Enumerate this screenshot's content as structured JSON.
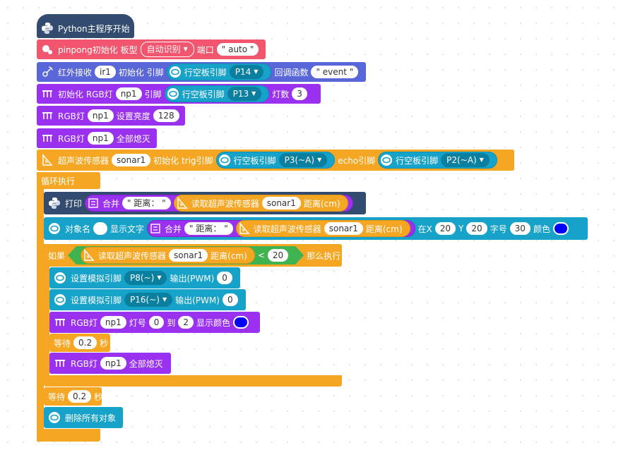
{
  "colors": {
    "python_block": "#334b6e",
    "pinpong_block": "#f2566e",
    "ir_block": "#5a67d8",
    "rgb_block": "#9a31f0",
    "ultrasonic_block": "#f5a623",
    "loop_frame": "#f5a623",
    "makecode_block": "#17a2c9",
    "condition_block": "#3fb34f",
    "color_value": "#0000ff"
  },
  "hat": {
    "label": "Python主程序开始"
  },
  "pinpong_init": {
    "label": "pinpong初始化 板型",
    "board": "自动识别",
    "port_label": "端口",
    "port_value": "\" auto \""
  },
  "ir_init": {
    "label": "红外接收",
    "name": "ir1",
    "init_label": "初始化 引脚",
    "board": "行空板引脚",
    "pin": "P14",
    "callback_label": "回调函数",
    "callback": "\" event \""
  },
  "rgb_init": {
    "label": "初始化 RGB灯",
    "name": "np1",
    "pin_label": "引脚",
    "board": "行空板引脚",
    "pin": "P13",
    "count_label": "灯数",
    "count": "3"
  },
  "rgb_brightness": {
    "label": "RGB灯",
    "name": "np1",
    "action": "设置亮度",
    "value": "128"
  },
  "rgb_off_1": {
    "label": "RGB灯",
    "name": "np1",
    "action": "全部熄灭"
  },
  "ultra_init": {
    "label": "超声波传感器",
    "name": "sonar1",
    "trig_label": "初始化 trig引脚",
    "board": "行空板引脚",
    "trig_pin": "P3(~A)",
    "echo_label": "echo引脚",
    "echo_board": "行空板引脚",
    "echo_pin": "P2(~A)"
  },
  "loop": {
    "label": "循环执行"
  },
  "print_block": {
    "label": "打印",
    "concat": "合并",
    "str": "\" 距离： \"",
    "sensor_label": "读取超声波传感器",
    "sensor": "sonar1",
    "unit": "距离(cm)"
  },
  "display_text": {
    "label": "对象名",
    "action": "显示文字",
    "concat": "合并",
    "str": "\" 距离： \"",
    "sensor_label": "读取超声波传感器",
    "sensor": "sonar1",
    "unit": "距离(cm)",
    "x_label": "在X",
    "x": "20",
    "y_label": "Y",
    "y": "20",
    "size_label": "字号",
    "size": "30",
    "color_label": "颜色"
  },
  "if_block": {
    "label": "如果",
    "sensor_label": "读取超声波传感器",
    "sensor": "sonar1",
    "unit": "距离(cm)",
    "op": "<",
    "value": "20",
    "then": "那么执行"
  },
  "pwm1": {
    "label": "设置模拟引脚",
    "pin": "P8(~)",
    "out_label": "输出(PWM)",
    "value": "0"
  },
  "pwm2": {
    "label": "设置模拟引脚",
    "pin": "P16(~)",
    "out_label": "输出(PWM)",
    "value": "0"
  },
  "rgb_range": {
    "label": "RGB灯",
    "name": "np1",
    "num_label": "灯号",
    "from": "0",
    "to_label": "到",
    "to": "2",
    "show_label": "显示颜色"
  },
  "wait_inner": {
    "label": "等待",
    "value": "0.2",
    "unit": "秒"
  },
  "rgb_off_2": {
    "label": "RGB灯",
    "name": "np1",
    "action": "全部熄灭"
  },
  "wait_outer": {
    "label": "等待",
    "value": "0.2",
    "unit": "秒"
  },
  "clear_all": {
    "label": "删除所有对象"
  }
}
